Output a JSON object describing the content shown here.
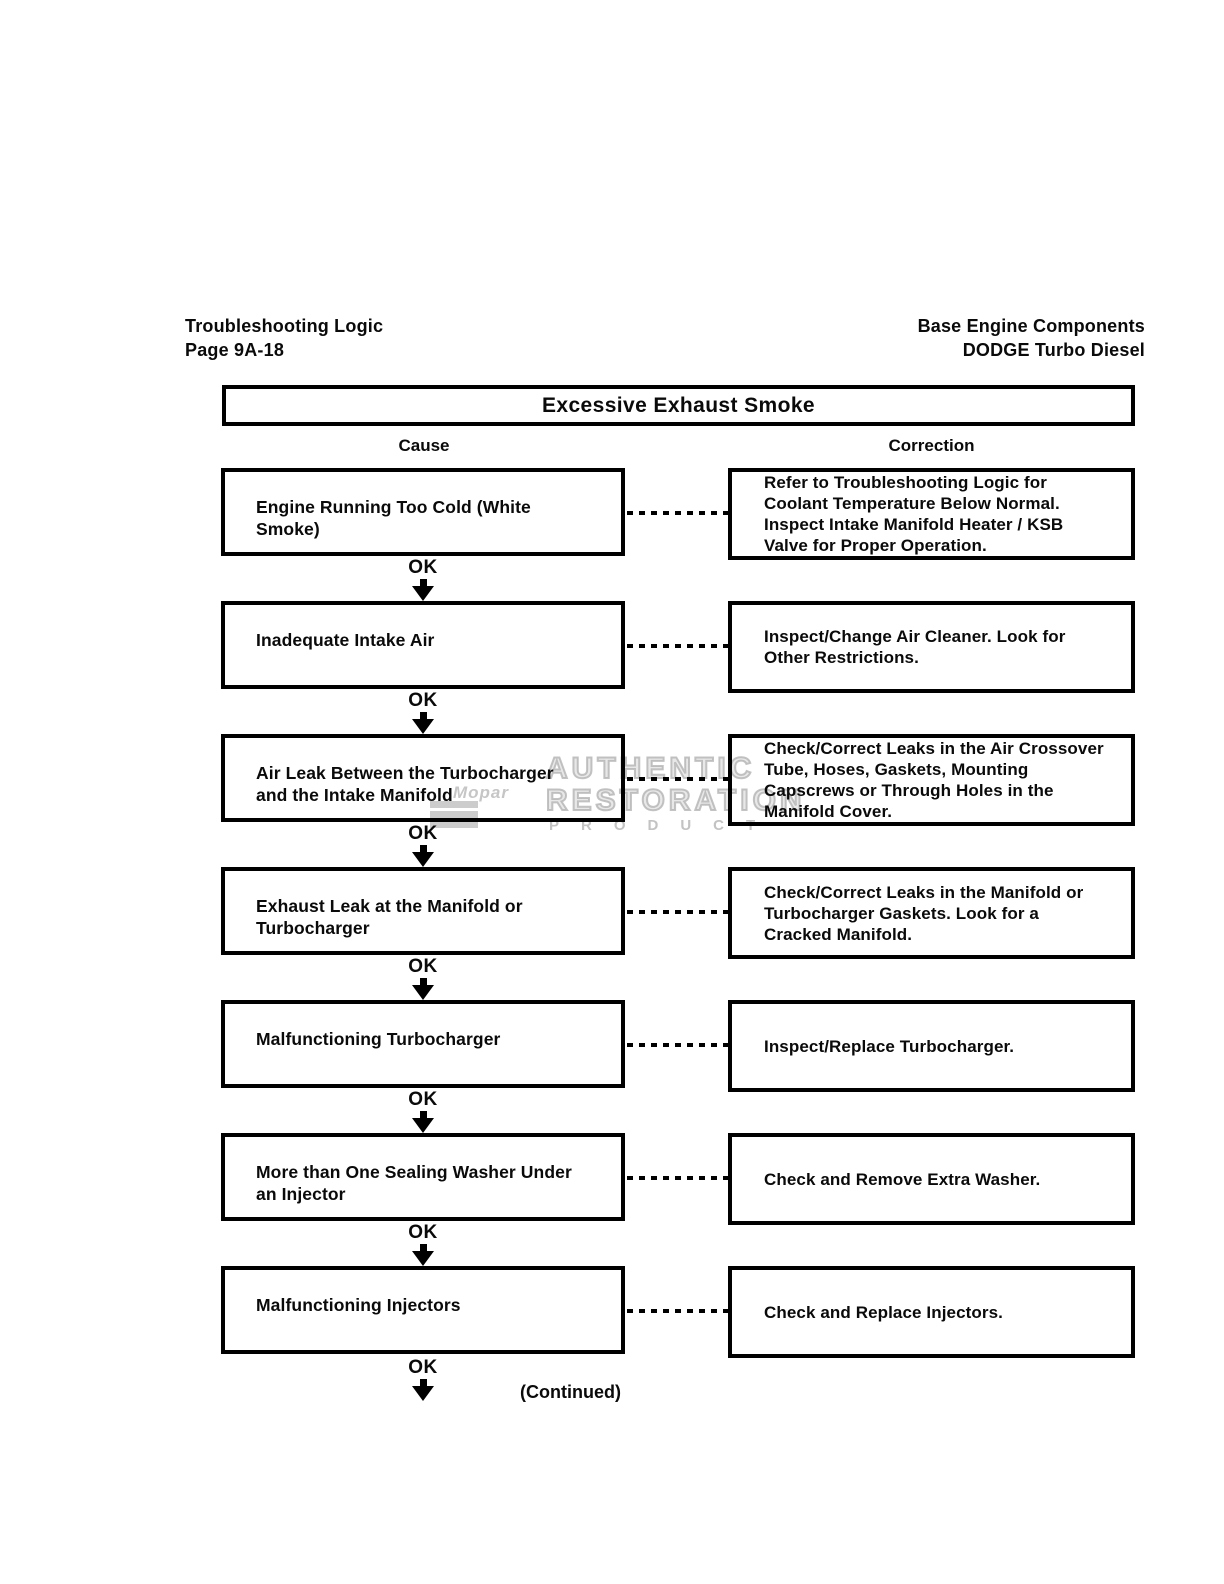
{
  "header": {
    "left": {
      "line1": "Troubleshooting Logic",
      "line2": "Page 9A-18"
    },
    "right": {
      "line1": "Base Engine Components",
      "line2": "DODGE Turbo Diesel"
    }
  },
  "flowchart": {
    "title": "Excessive Exhaust Smoke",
    "cause_header": "Cause",
    "correction_header": "Correction",
    "ok_label": "OK",
    "continued_label": "(Continued)",
    "rows": [
      {
        "cause": "Engine Running Too Cold (White Smoke)",
        "correction": "Refer to Troubleshooting Logic for Coolant Temperature Below Normal. Inspect Intake Manifold Heater / KSB Valve for Proper Operation."
      },
      {
        "cause": "Inadequate Intake Air",
        "correction": "Inspect/Change Air Cleaner. Look for Other Restrictions."
      },
      {
        "cause": "Air Leak Between the Turbocharger and the Intake Manifold",
        "correction": "Check/Correct Leaks in the Air Crossover Tube, Hoses, Gaskets, Mounting Capscrews or Through Holes in the Manifold Cover."
      },
      {
        "cause": "Exhaust Leak at the Manifold or Turbocharger",
        "correction": "Check/Correct Leaks in the Manifold or Turbocharger Gaskets. Look for a Cracked Manifold."
      },
      {
        "cause": "Malfunctioning Turbocharger",
        "correction": "Inspect/Replace Turbocharger."
      },
      {
        "cause": "More than One Sealing Washer Under an Injector",
        "correction": "Check and Remove Extra Washer."
      },
      {
        "cause": "Malfunctioning Injectors",
        "correction": "Check and Replace Injectors."
      }
    ]
  },
  "watermark": {
    "line1": "AUTHENTIC",
    "line2": "RESTORATION",
    "line3": "PRODUCT",
    "logo": "Mopar"
  }
}
